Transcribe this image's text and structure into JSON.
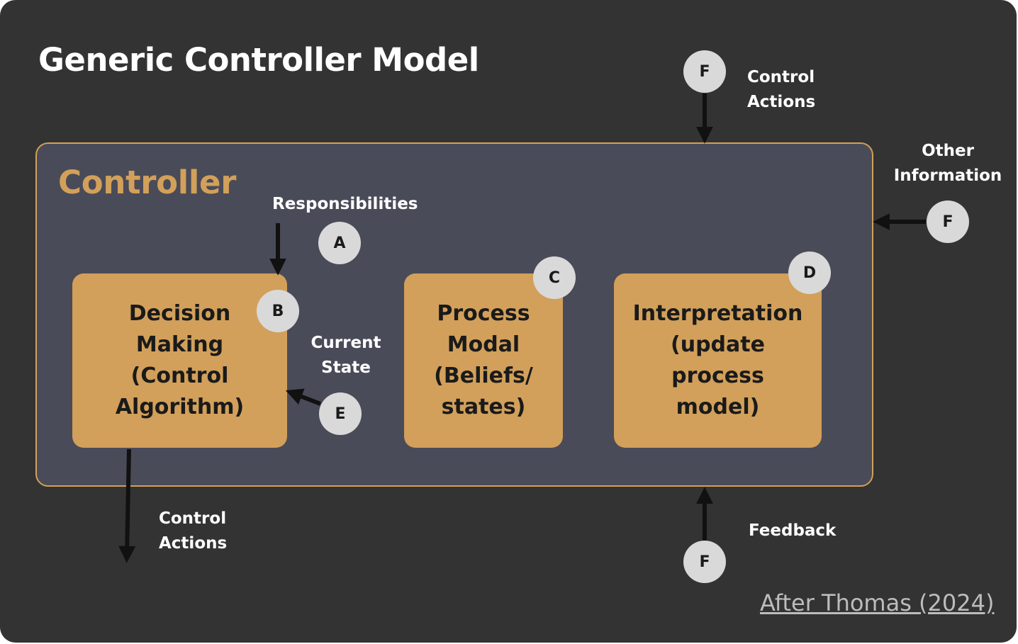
{
  "title": "Generic Controller Model",
  "controller": {
    "label": "Controller"
  },
  "cards": [
    {
      "id": "decision",
      "text": "Decision\nMaking\n(Control\nAlgorithm)",
      "badge": "B"
    },
    {
      "id": "process",
      "text": "Process\nModal\n(Beliefs/\nstates)",
      "badge": "C"
    },
    {
      "id": "interpretation",
      "text": "Interpretation\n(update\nprocess\nmodel)",
      "badge": "D"
    }
  ],
  "badges": {
    "responsibilities": "A",
    "current_state": "E",
    "control_actions_in": "F",
    "other_information": "F",
    "feedback": "F"
  },
  "labels": {
    "responsibilities": "Responsibilities",
    "current_state": "Current\nState",
    "control_actions_in": "Control\nActions",
    "control_actions_out": "Control\nActions",
    "other_information": "Other\nInformation",
    "feedback": "Feedback"
  },
  "credit": "After Thomas (2024)",
  "colors": {
    "background": "#333333",
    "controller_fill": "#4a4b58",
    "accent": "#d2a05a",
    "badge": "#d9d9d9",
    "text": "#ffffff"
  }
}
